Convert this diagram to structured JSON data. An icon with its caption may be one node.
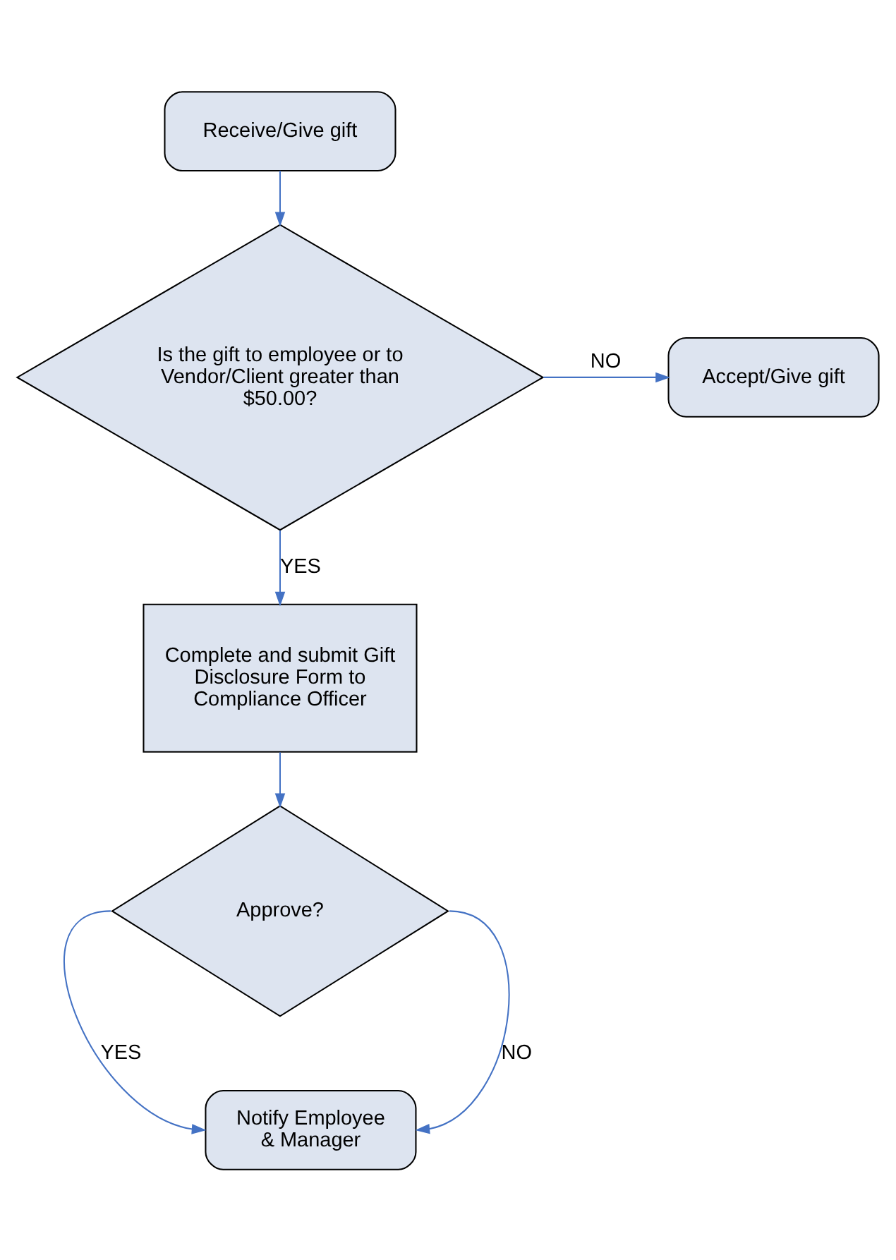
{
  "diagram": {
    "nodes": [
      {
        "text": [
          "Receive/Give gift"
        ]
      },
      {
        "text": [
          "Is the gift to employee or to Vendor/Client greater than $50.00?"
        ]
      },
      {
        "text": [
          "Accept/Give gift"
        ]
      },
      {
        "text": [
          "Complete and submit Gift Disclosure Form to Compliance Officer"
        ]
      },
      {
        "text": [
          "Approve?"
        ]
      },
      {
        "text": [
          "Notify Employee & Manager"
        ]
      }
    ],
    "edges": [
      {
        "from": 0,
        "to": 1,
        "arrow": "to"
      },
      {
        "from": 1,
        "to": 2,
        "arrow": "to",
        "label": "NO"
      },
      {
        "from": 1,
        "to": 3,
        "arrow": "to",
        "label": "YES"
      },
      {
        "from": 3,
        "to": 4,
        "arrow": "to"
      },
      {
        "from": 4,
        "to": 5,
        "arrow": "to",
        "label": "YES"
      },
      {
        "from": 4,
        "to": 5,
        "arrow": "to",
        "label": "NO"
      }
    ]
  }
}
